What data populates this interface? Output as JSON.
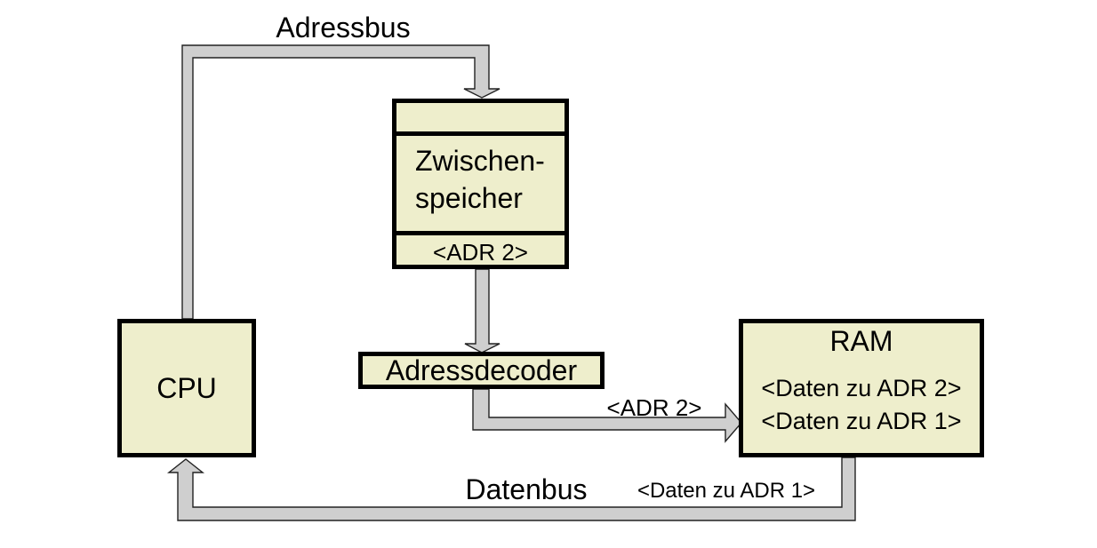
{
  "diagram": {
    "nodes": {
      "cpu": {
        "label": "CPU"
      },
      "buffer": {
        "line1": "Zwischen-",
        "line2": "speicher",
        "slot": "<ADR 2>"
      },
      "decoder": {
        "label": "Adressdecoder"
      },
      "ram": {
        "label": "RAM",
        "entry1": "<Daten zu ADR 2>",
        "entry2": "<Daten zu ADR 1>"
      }
    },
    "labels": {
      "address_bus": "Adressbus",
      "data_bus": "Datenbus",
      "adr2_on_bus": "<ADR 2>",
      "daten_adr1_on_bus": "<Daten zu ADR 1>"
    },
    "colors": {
      "node_fill": "#eeeecc",
      "bus_fill": "#cfcfcf",
      "bus_stroke": "#222222",
      "border": "#000000"
    }
  }
}
